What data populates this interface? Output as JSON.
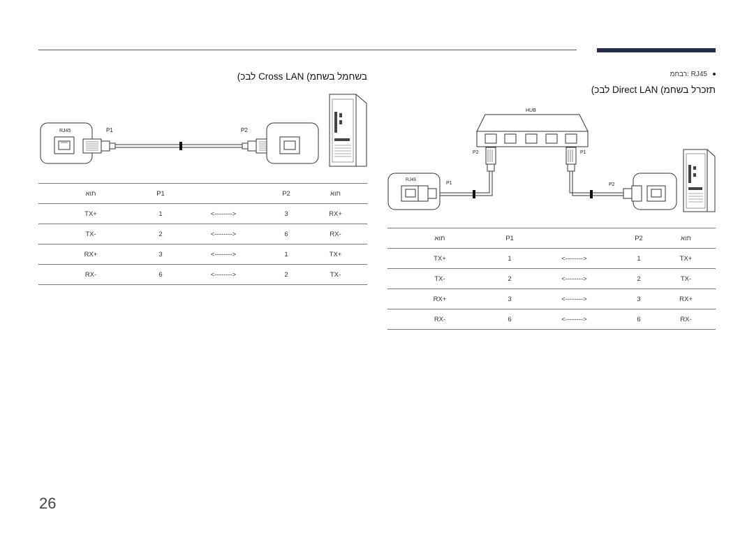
{
  "page": {
    "number": "26",
    "bullet": "RJ45 :רבחמ",
    "direct_heading": "תזכרל בשחמ) Direct LAN לבכ)",
    "cross_heading": "בשחמל בשחמ) Cross LAN לבכ)"
  },
  "diagrams": {
    "cross": {
      "rj45": "RJ45",
      "p1": "P1",
      "p2": "P2"
    },
    "direct": {
      "hub": "HUB",
      "rj45": "RJ45",
      "p1_hub": "P1",
      "p2_hub": "P2",
      "p1": "P1",
      "p2": "P2"
    }
  },
  "cross_table": {
    "header": [
      "תוא",
      "P1",
      "",
      "P2",
      "תוא"
    ],
    "rows": [
      [
        "TX+",
        "1",
        "<-------->",
        "3",
        "RX+"
      ],
      [
        "TX-",
        "2",
        "<-------->",
        "6",
        "RX-"
      ],
      [
        "RX+",
        "3",
        "<-------->",
        "1",
        "TX+"
      ],
      [
        "RX-",
        "6",
        "<-------->",
        "2",
        "TX-"
      ]
    ]
  },
  "direct_table": {
    "header": [
      "תוא",
      "P1",
      "",
      "P2",
      "תוא"
    ],
    "rows": [
      [
        "TX+",
        "1",
        "<-------->",
        "1",
        "TX+"
      ],
      [
        "TX-",
        "2",
        "<-------->",
        "2",
        "TX-"
      ],
      [
        "RX+",
        "3",
        "<-------->",
        "3",
        "RX+"
      ],
      [
        "RX-",
        "6",
        "<-------->",
        "6",
        "RX-"
      ]
    ]
  }
}
